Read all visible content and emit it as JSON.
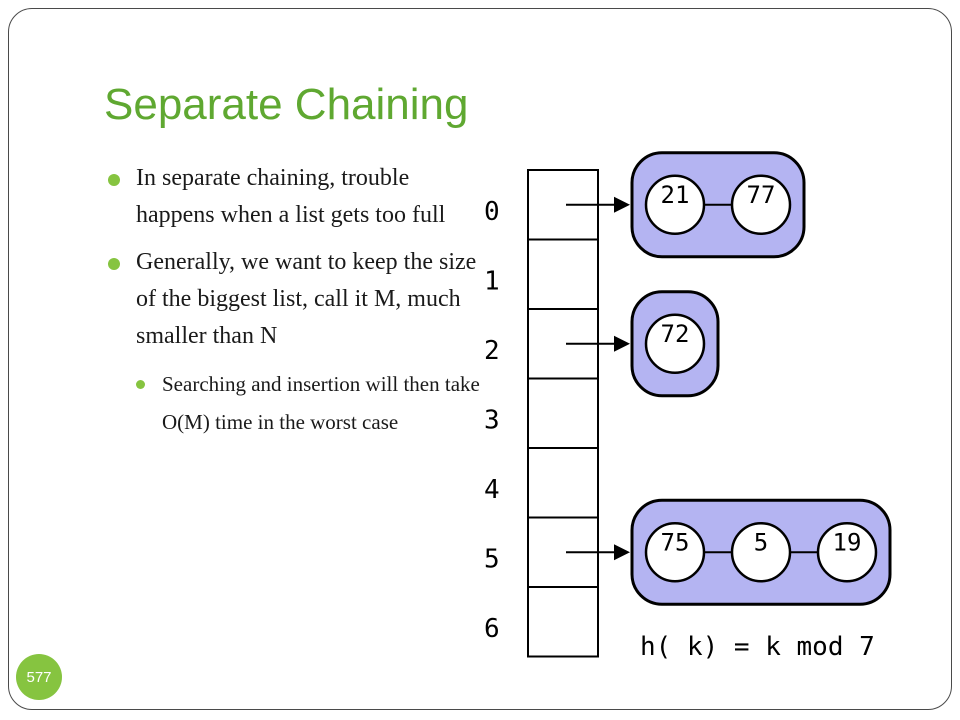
{
  "slide": {
    "title": "Separate Chaining",
    "page_number": "577"
  },
  "bullets": [
    {
      "text": "In separate chaining, trouble happens when a list gets too full"
    },
    {
      "text": "Generally, we want to keep the size of the biggest list, call it M, much smaller than N"
    }
  ],
  "sub_bullets": [
    {
      "text": "Searching and insertion will then take O(M) time in the worst case"
    }
  ],
  "diagram": {
    "indices": [
      "0",
      "1",
      "2",
      "3",
      "4",
      "5",
      "6"
    ],
    "chains": [
      {
        "index": 0,
        "nodes": [
          "21",
          "77"
        ]
      },
      {
        "index": 2,
        "nodes": [
          "72"
        ]
      },
      {
        "index": 5,
        "nodes": [
          "75",
          "5",
          "19"
        ]
      }
    ],
    "hash_function": "h( k)  = k mod 7",
    "colors": {
      "chain_fill": "#b4b4f2",
      "outline": "#000000"
    }
  }
}
